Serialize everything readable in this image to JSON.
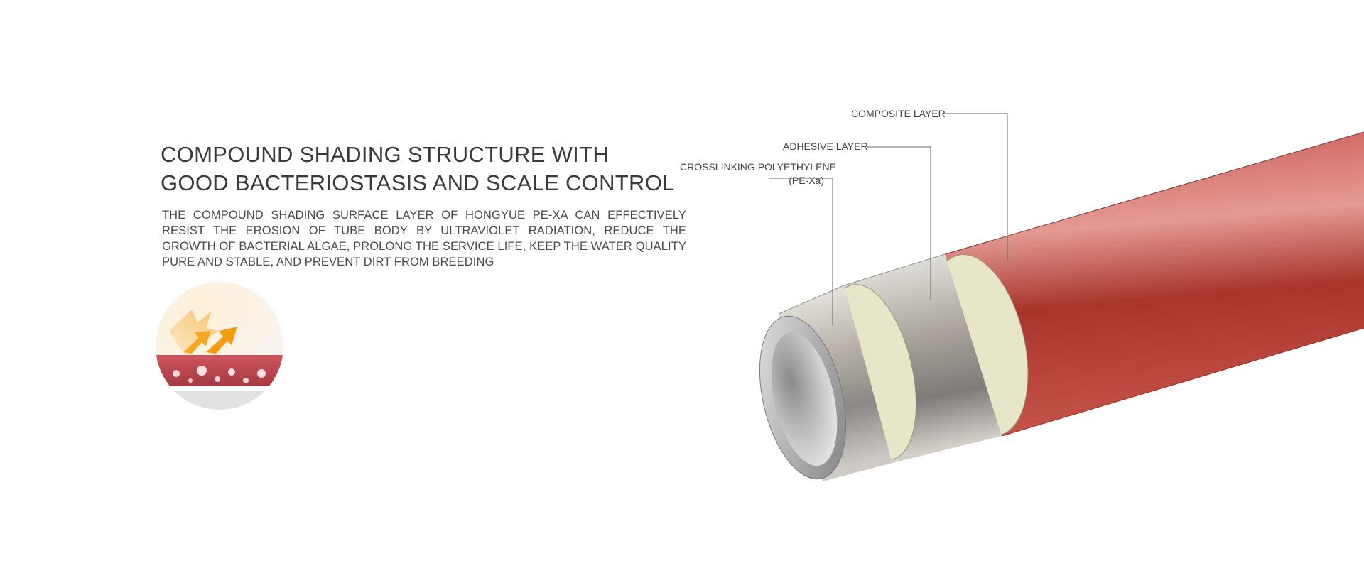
{
  "headline": {
    "line1": "COMPOUND SHADING STRUCTURE WITH",
    "line2": "GOOD BACTERIOSTASIS AND SCALE CONTROL"
  },
  "description": "THE COMPOUND SHADING SURFACE LAYER OF HONGYUE PE-XA CAN EFFECTIVELY RESIST THE EROSION OF TUBE BODY BY ULTRAVIOLET RADIATION, REDUCE THE GROWTH OF BACTERIAL ALGAE, PROLONG THE SERVICE LIFE, KEEP THE WATER QUALITY PURE AND STABLE, AND PREVENT DIRT FROM BREEDING",
  "callouts": {
    "composite": "COMPOSITE LAYER",
    "adhesive": "ADHESIVE LAYER",
    "pex_line1": "CROSSLINKING POLYETHYLENE",
    "pex_line2": "(PE-Xa)"
  },
  "colors": {
    "pipe_outer": "#b8453a",
    "pipe_highlight": "#e39a93",
    "adhesive": "#e8e6c8",
    "inner_layer": "#c9c6c0",
    "arrow": "#f5a623",
    "bacteria_band": "#b5434a"
  },
  "icons": {
    "uv_protection": "uv-shield-icon",
    "pipe_cross_section": "pipe-illustration"
  }
}
